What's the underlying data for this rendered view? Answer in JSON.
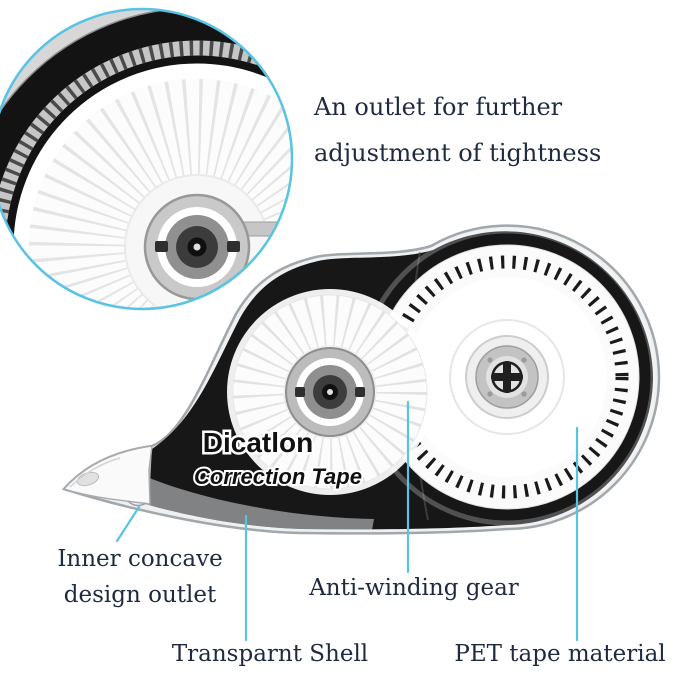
{
  "colors": {
    "callout_line": "#58c3e2",
    "label_text": "#1d2a40",
    "body_black": "#171717"
  },
  "annotations": {
    "tightness_note": {
      "line1": "An outlet for further",
      "line2": "adjustment of tightness"
    },
    "inner_concave": {
      "line1": "Inner concave",
      "line2": "design outlet"
    },
    "anti_winding": "Anti-winding gear",
    "transparent_shell": "Transparnt Shell",
    "pet_tape": "PET tape material"
  },
  "product": {
    "brand": "Dicatlon",
    "subtitle": "Correction Tape"
  }
}
